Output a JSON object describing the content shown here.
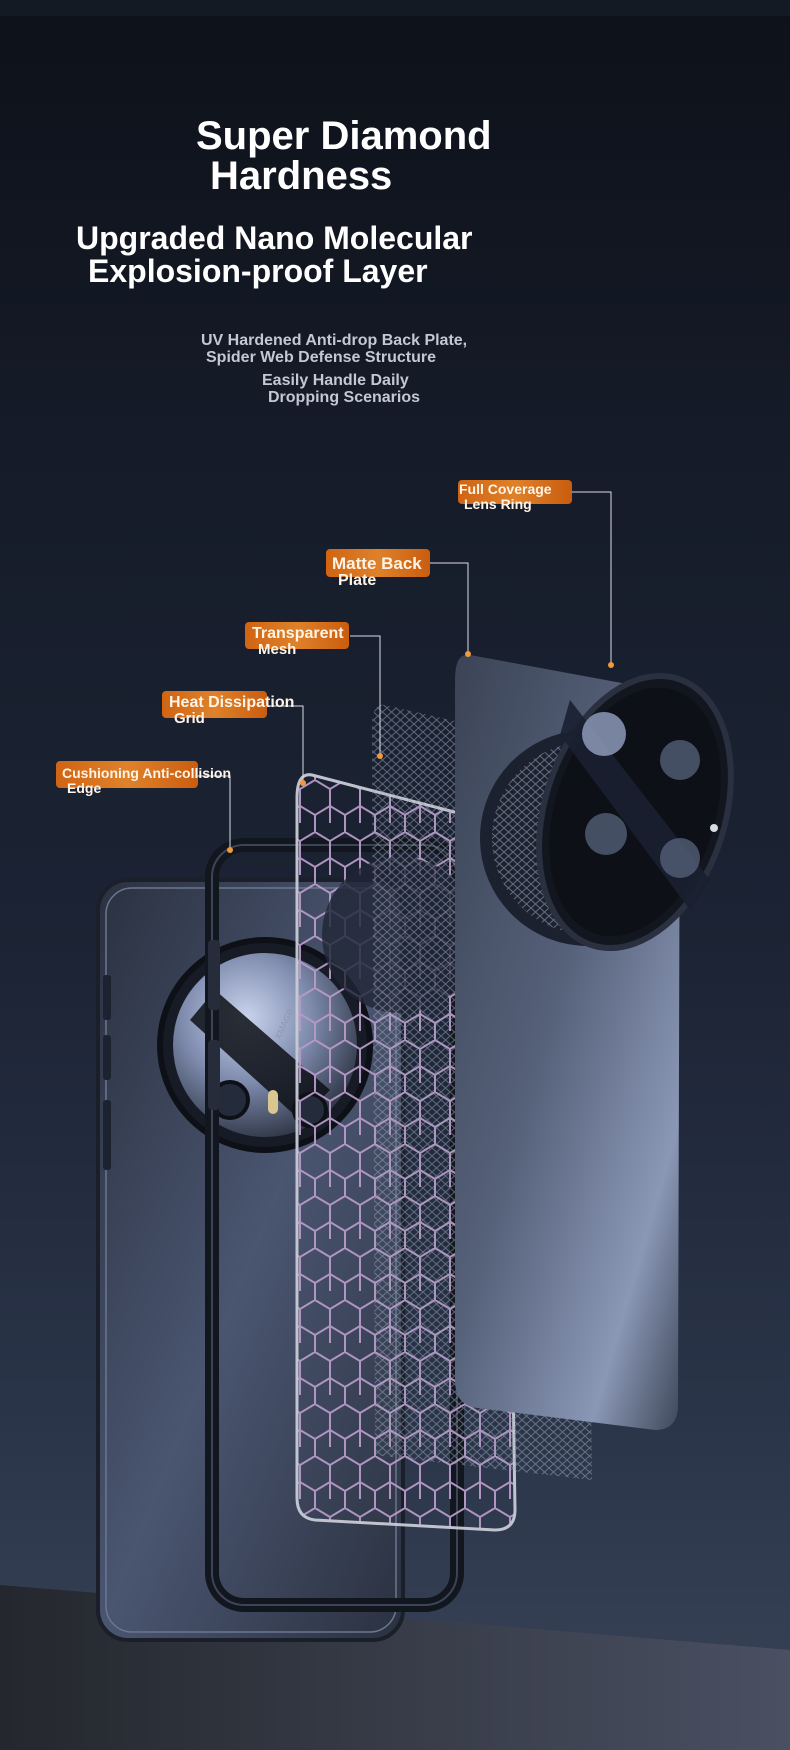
{
  "headline": {
    "line1": "Super Diamond",
    "line2": "Hardness",
    "line3": "Upgraded Nano Molecular",
    "line4": "Explosion-proof Layer"
  },
  "subtitle": {
    "line1": "UV Hardened Anti-drop Back Plate,",
    "line2": "Spider Web Defense Structure",
    "line3": "Easily Handle Daily",
    "line4": "Dropping Scenarios"
  },
  "callouts": [
    {
      "line1": "Full Coverage",
      "line2": "Lens Ring"
    },
    {
      "line1": "Matte Back",
      "line2": "Plate"
    },
    {
      "line1": "Transparent",
      "line2": "Mesh"
    },
    {
      "line1": "Heat Dissipation",
      "line2": "Grid"
    },
    {
      "line1": "Cushioning Anti-collision",
      "line2": "Edge"
    }
  ],
  "phone_text": {
    "lens_brand": "XMAGB"
  },
  "colors": {
    "accent_orange": "#ef7d1e",
    "background_dark": "#151b28",
    "leader_line": "#d9dde6"
  }
}
